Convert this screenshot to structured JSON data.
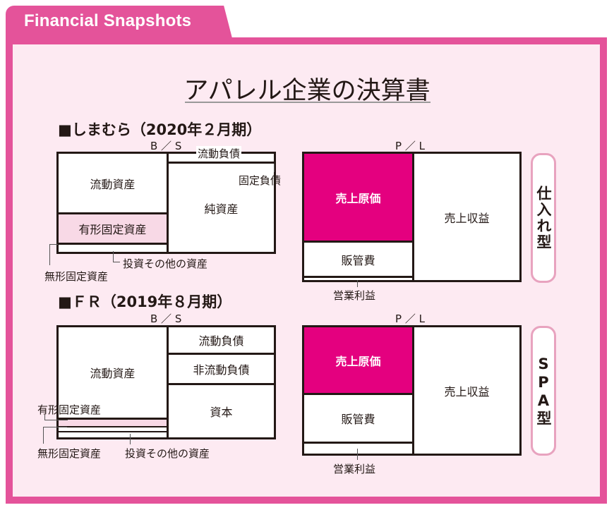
{
  "header": {
    "tab_label": "Financial Snapshots",
    "title": "アパレル企業の決算書"
  },
  "colors": {
    "brand_pink": "#e4539a",
    "panel_bg": "#fdeaf2",
    "cost_of_sales": "#e4007f",
    "tangible_assets": "#f8d9e6"
  },
  "shimamura": {
    "heading": "■しまむら（2020年２月期）",
    "bs": {
      "label": "B ／ S",
      "current_assets": "流動資産",
      "tangible_fixed_assets": "有形固定資産",
      "intangible_fixed_assets": "無形固定資産",
      "investments_other": "投資その他の資産",
      "current_liabilities": "流動負債",
      "fixed_liabilities": "固定負債",
      "net_assets": "純資産"
    },
    "pl": {
      "label": "P ／ L",
      "cost_of_sales": "売上原価",
      "sga": "販管費",
      "operating_profit": "営業利益",
      "revenue": "売上収益"
    },
    "type_label": "仕入れ型"
  },
  "fr": {
    "heading": "■ＦＲ（2019年８月期）",
    "bs": {
      "label": "B ／ S",
      "current_assets": "流動資産",
      "tangible_fixed_assets": "有形固定資産",
      "intangible_fixed_assets": "無形固定資産",
      "investments_other": "投資その他の資産",
      "current_liabilities": "流動負債",
      "non_current_liabilities": "非流動負債",
      "equity": "資本"
    },
    "pl": {
      "label": "P ／ L",
      "cost_of_sales": "売上原価",
      "sga": "販管費",
      "operating_profit": "営業利益",
      "revenue": "売上収益"
    },
    "type_label": "SPA型"
  }
}
